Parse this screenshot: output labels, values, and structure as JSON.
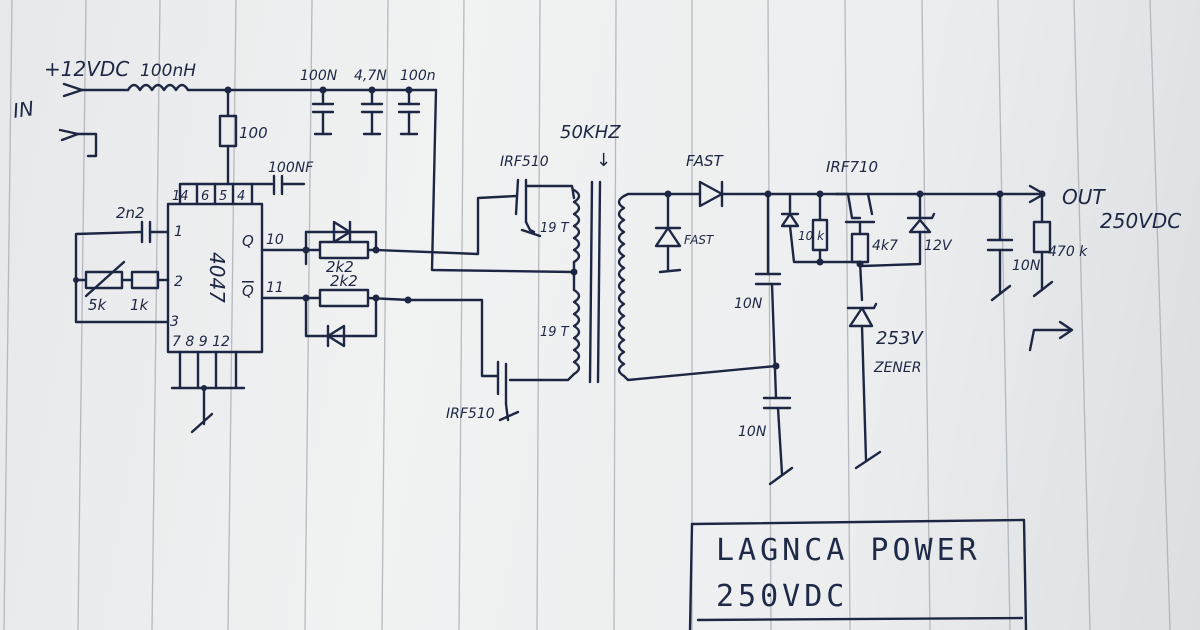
{
  "labels": {
    "in": "IN",
    "supply": "+12VDC",
    "inductor": "100nH",
    "r100": "100",
    "c1": "100N",
    "c2": "4,7N",
    "c3": "100n",
    "c_100nf": "100NF",
    "c_2n2": "2n2",
    "ic": "4047",
    "pin14": "14",
    "pin6": "6",
    "pin5": "5",
    "pin4": "4",
    "pin1": "1",
    "pin2": "2",
    "pin3": "3",
    "pin10": "10",
    "pin11": "11",
    "pins_bottom": "7 8 9 12",
    "q": "Q",
    "qbar": "Q",
    "pot": "5k",
    "r1k": "1k",
    "r2k2_a": "2k2",
    "r2k2_b": "2k2",
    "mosfet_top": "IRF510",
    "mosfet_bot": "IRF510",
    "turns_a": "19 T",
    "turns_b": "19 T",
    "freq": "50KHZ",
    "fast1": "FAST",
    "fast2": "FAST",
    "c10n_a": "10N",
    "c10n_b": "10N",
    "c10n_c": "10N",
    "mosfet_out": "IRF710",
    "r10k": "10 k",
    "r4k7": "4k7",
    "zener12": "12V",
    "zener253": "253V",
    "zener_word": "ZENER",
    "out": "OUT",
    "out_v": "250VDC",
    "r470k": "470 k"
  },
  "title_box": {
    "line1": "LAGNCA POWER",
    "line2": "250VDC"
  },
  "colors": {
    "ink": "#1d2744",
    "paper": "#eceeef",
    "rule": "#9aa1ab"
  }
}
